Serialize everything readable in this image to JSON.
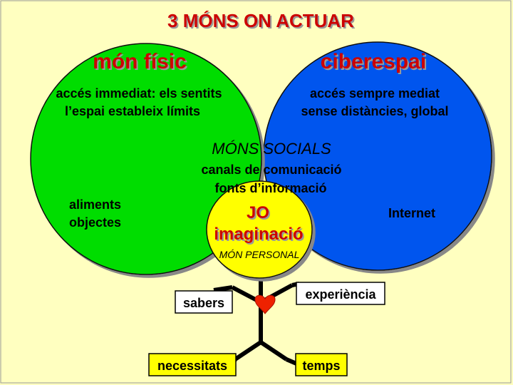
{
  "title": "3 MÓNS ON ACTUAR",
  "physical_world": {
    "heading": "món físic",
    "line1": "accés immediat: els sentits",
    "line2": "l’espai estableix límits",
    "item1": "aliments",
    "item2": "objectes",
    "color": "#00dd00"
  },
  "cyberspace": {
    "heading": "ciberespai",
    "line1": "accés sempre mediat",
    "line2": "sense distàncies, global",
    "item1": "Internet",
    "color": "#0055ee"
  },
  "social_worlds": {
    "heading": "MÓNS SOCIALS",
    "line1": "canals de comunicació",
    "line2": "fonts d’informació"
  },
  "personal_world": {
    "line1": "JO",
    "line2": "imaginació",
    "caption": "MÓN PERSONAL",
    "color": "#ffff00"
  },
  "person": {
    "left_hand": "sabers",
    "right_hand": "experiència",
    "left_foot": "necessitats",
    "right_foot": "temps"
  },
  "colors": {
    "background": "#ffffc0",
    "heading_red": "#cc0000",
    "heart": "#ee2200"
  }
}
